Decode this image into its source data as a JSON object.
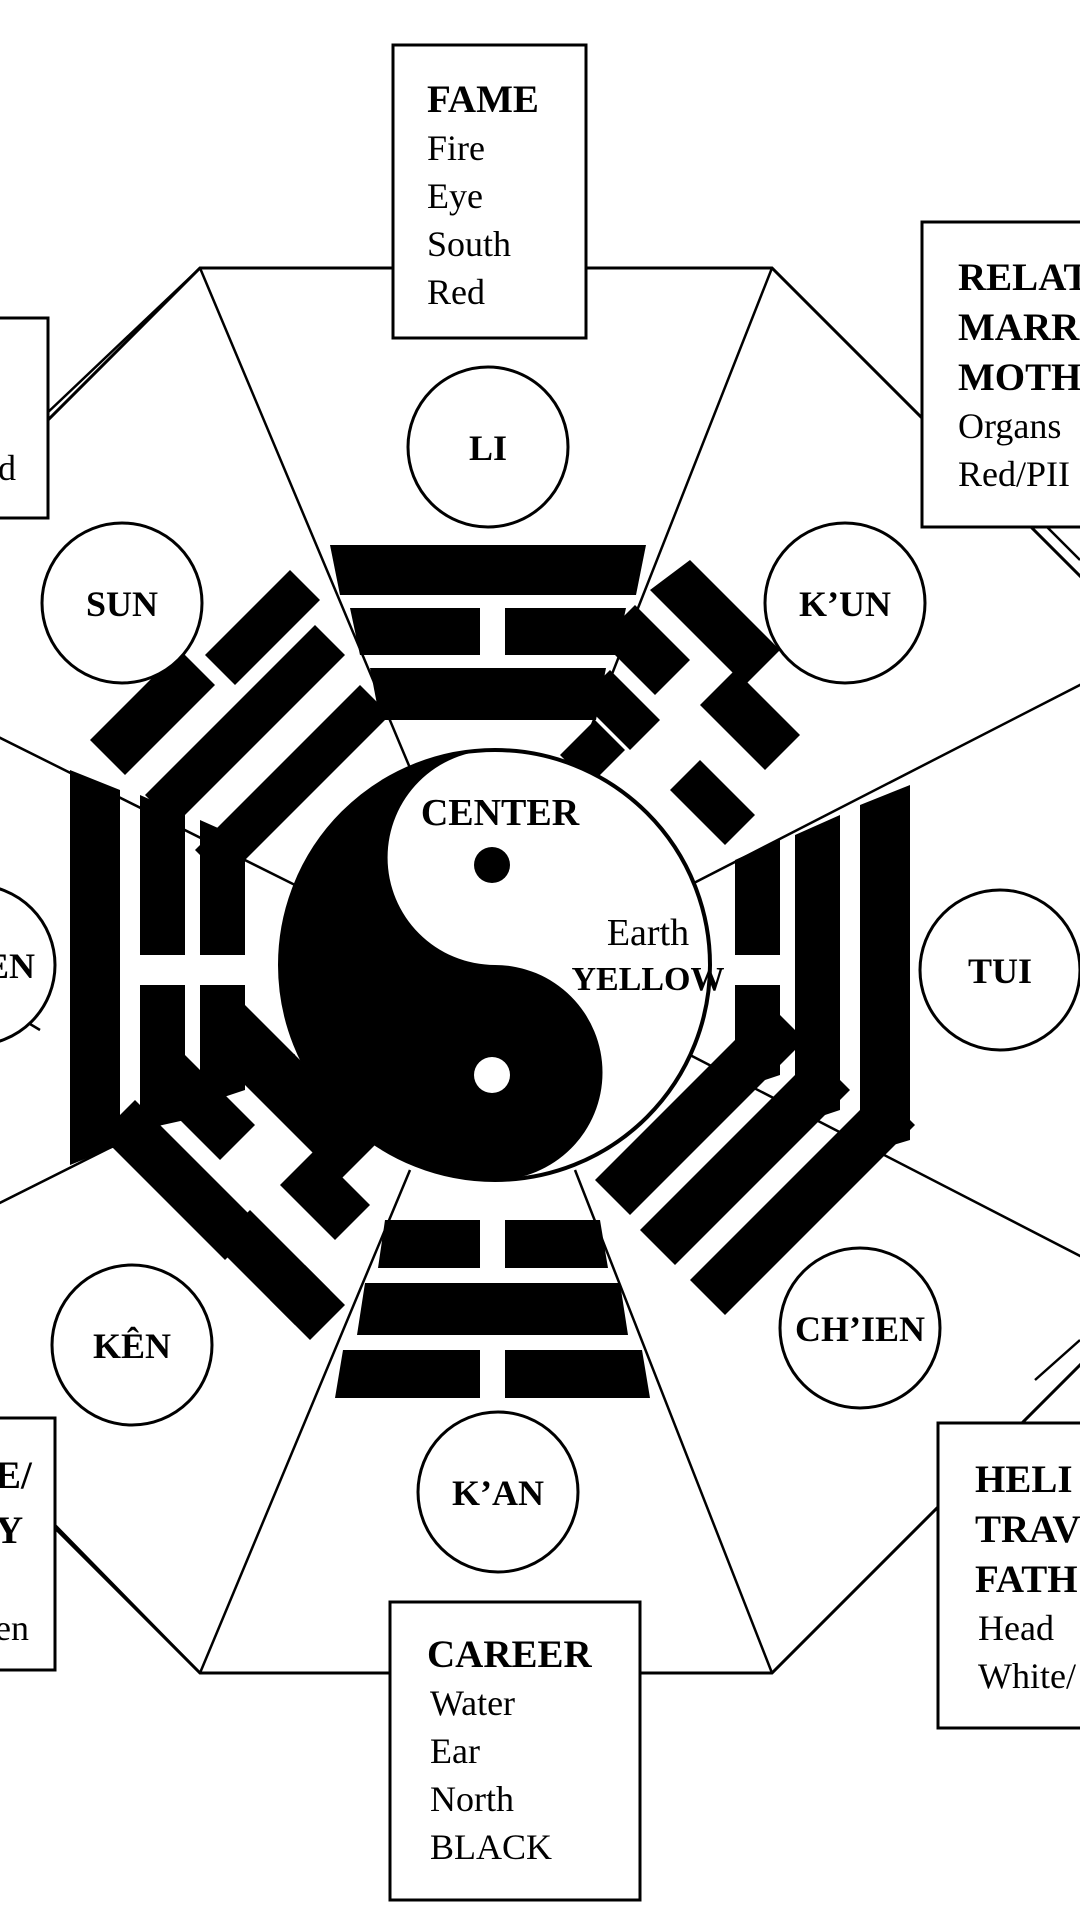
{
  "center": {
    "title": "CENTER",
    "element": "Earth",
    "color": "YELLOW"
  },
  "trigrams": {
    "li": "LI",
    "kun": "K’UN",
    "tui": "TUI",
    "chien": "CH’IEN",
    "kan": "K’AN",
    "ken": "KÊN",
    "chen": "EN",
    "sun": "SUN"
  },
  "boxes": {
    "fame": {
      "title": "FAME",
      "lines": [
        "Fire",
        "Eye",
        "South",
        "Red"
      ]
    },
    "career": {
      "title": "CAREER",
      "lines": [
        "Water",
        "Ear",
        "North",
        "BLACK"
      ]
    },
    "relationships": {
      "title_lines": [
        "RELAT",
        "MARR",
        "MOTH"
      ],
      "lines": [
        "Organs",
        "Red/PII"
      ]
    },
    "helpful": {
      "title_lines": [
        "HELI",
        "TRAV",
        "FATH"
      ],
      "lines": [
        "Head",
        "White/"
      ]
    },
    "wealth": {
      "lines": [
        "d"
      ]
    },
    "knowledge": {
      "title_lines": [
        "E/",
        "Y"
      ],
      "lines": [
        "en"
      ]
    }
  },
  "colors": {
    "ink": "#000000",
    "paper": "#ffffff"
  }
}
